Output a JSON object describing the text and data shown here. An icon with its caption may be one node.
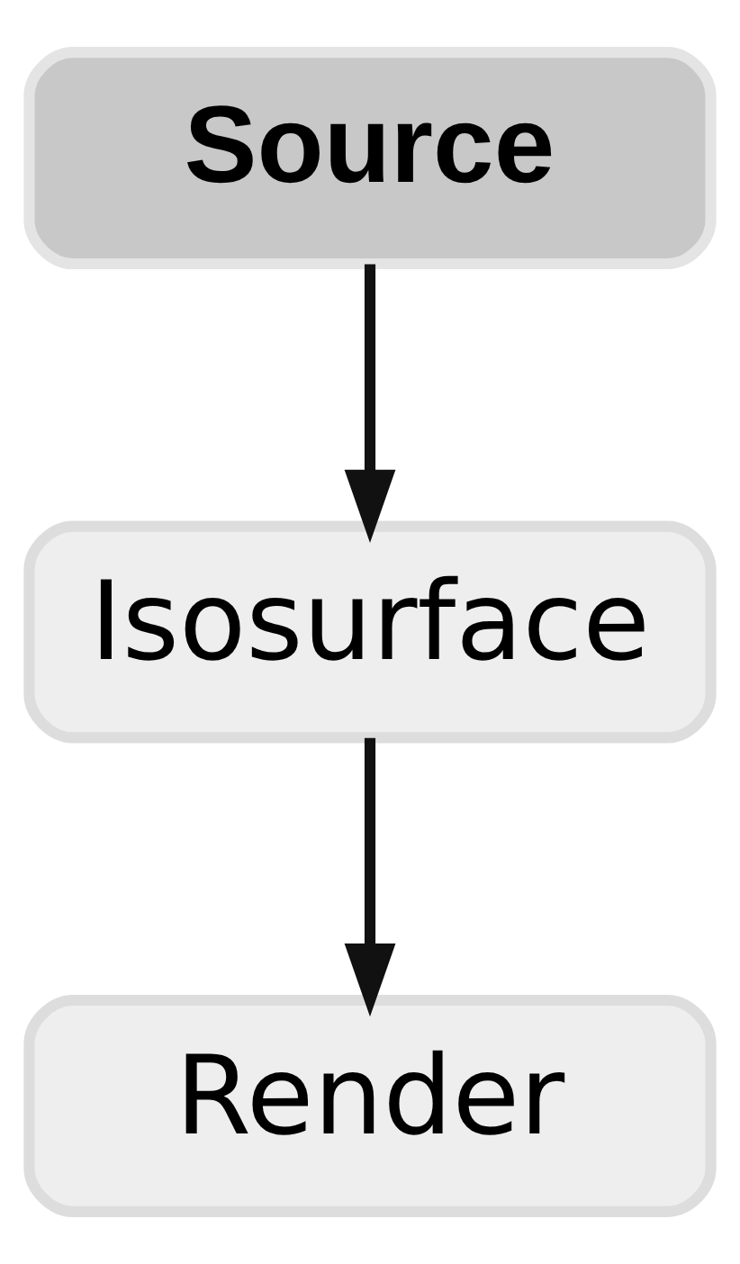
{
  "diagram": {
    "nodes": [
      {
        "text": [
          "Source"
        ]
      },
      {
        "text": [
          "Isosurface"
        ]
      },
      {
        "text": [
          "Render"
        ]
      }
    ],
    "edges": [
      {
        "from": 0,
        "to": 1,
        "arrow": "to"
      },
      {
        "from": 1,
        "to": 2,
        "arrow": "to"
      }
    ]
  }
}
